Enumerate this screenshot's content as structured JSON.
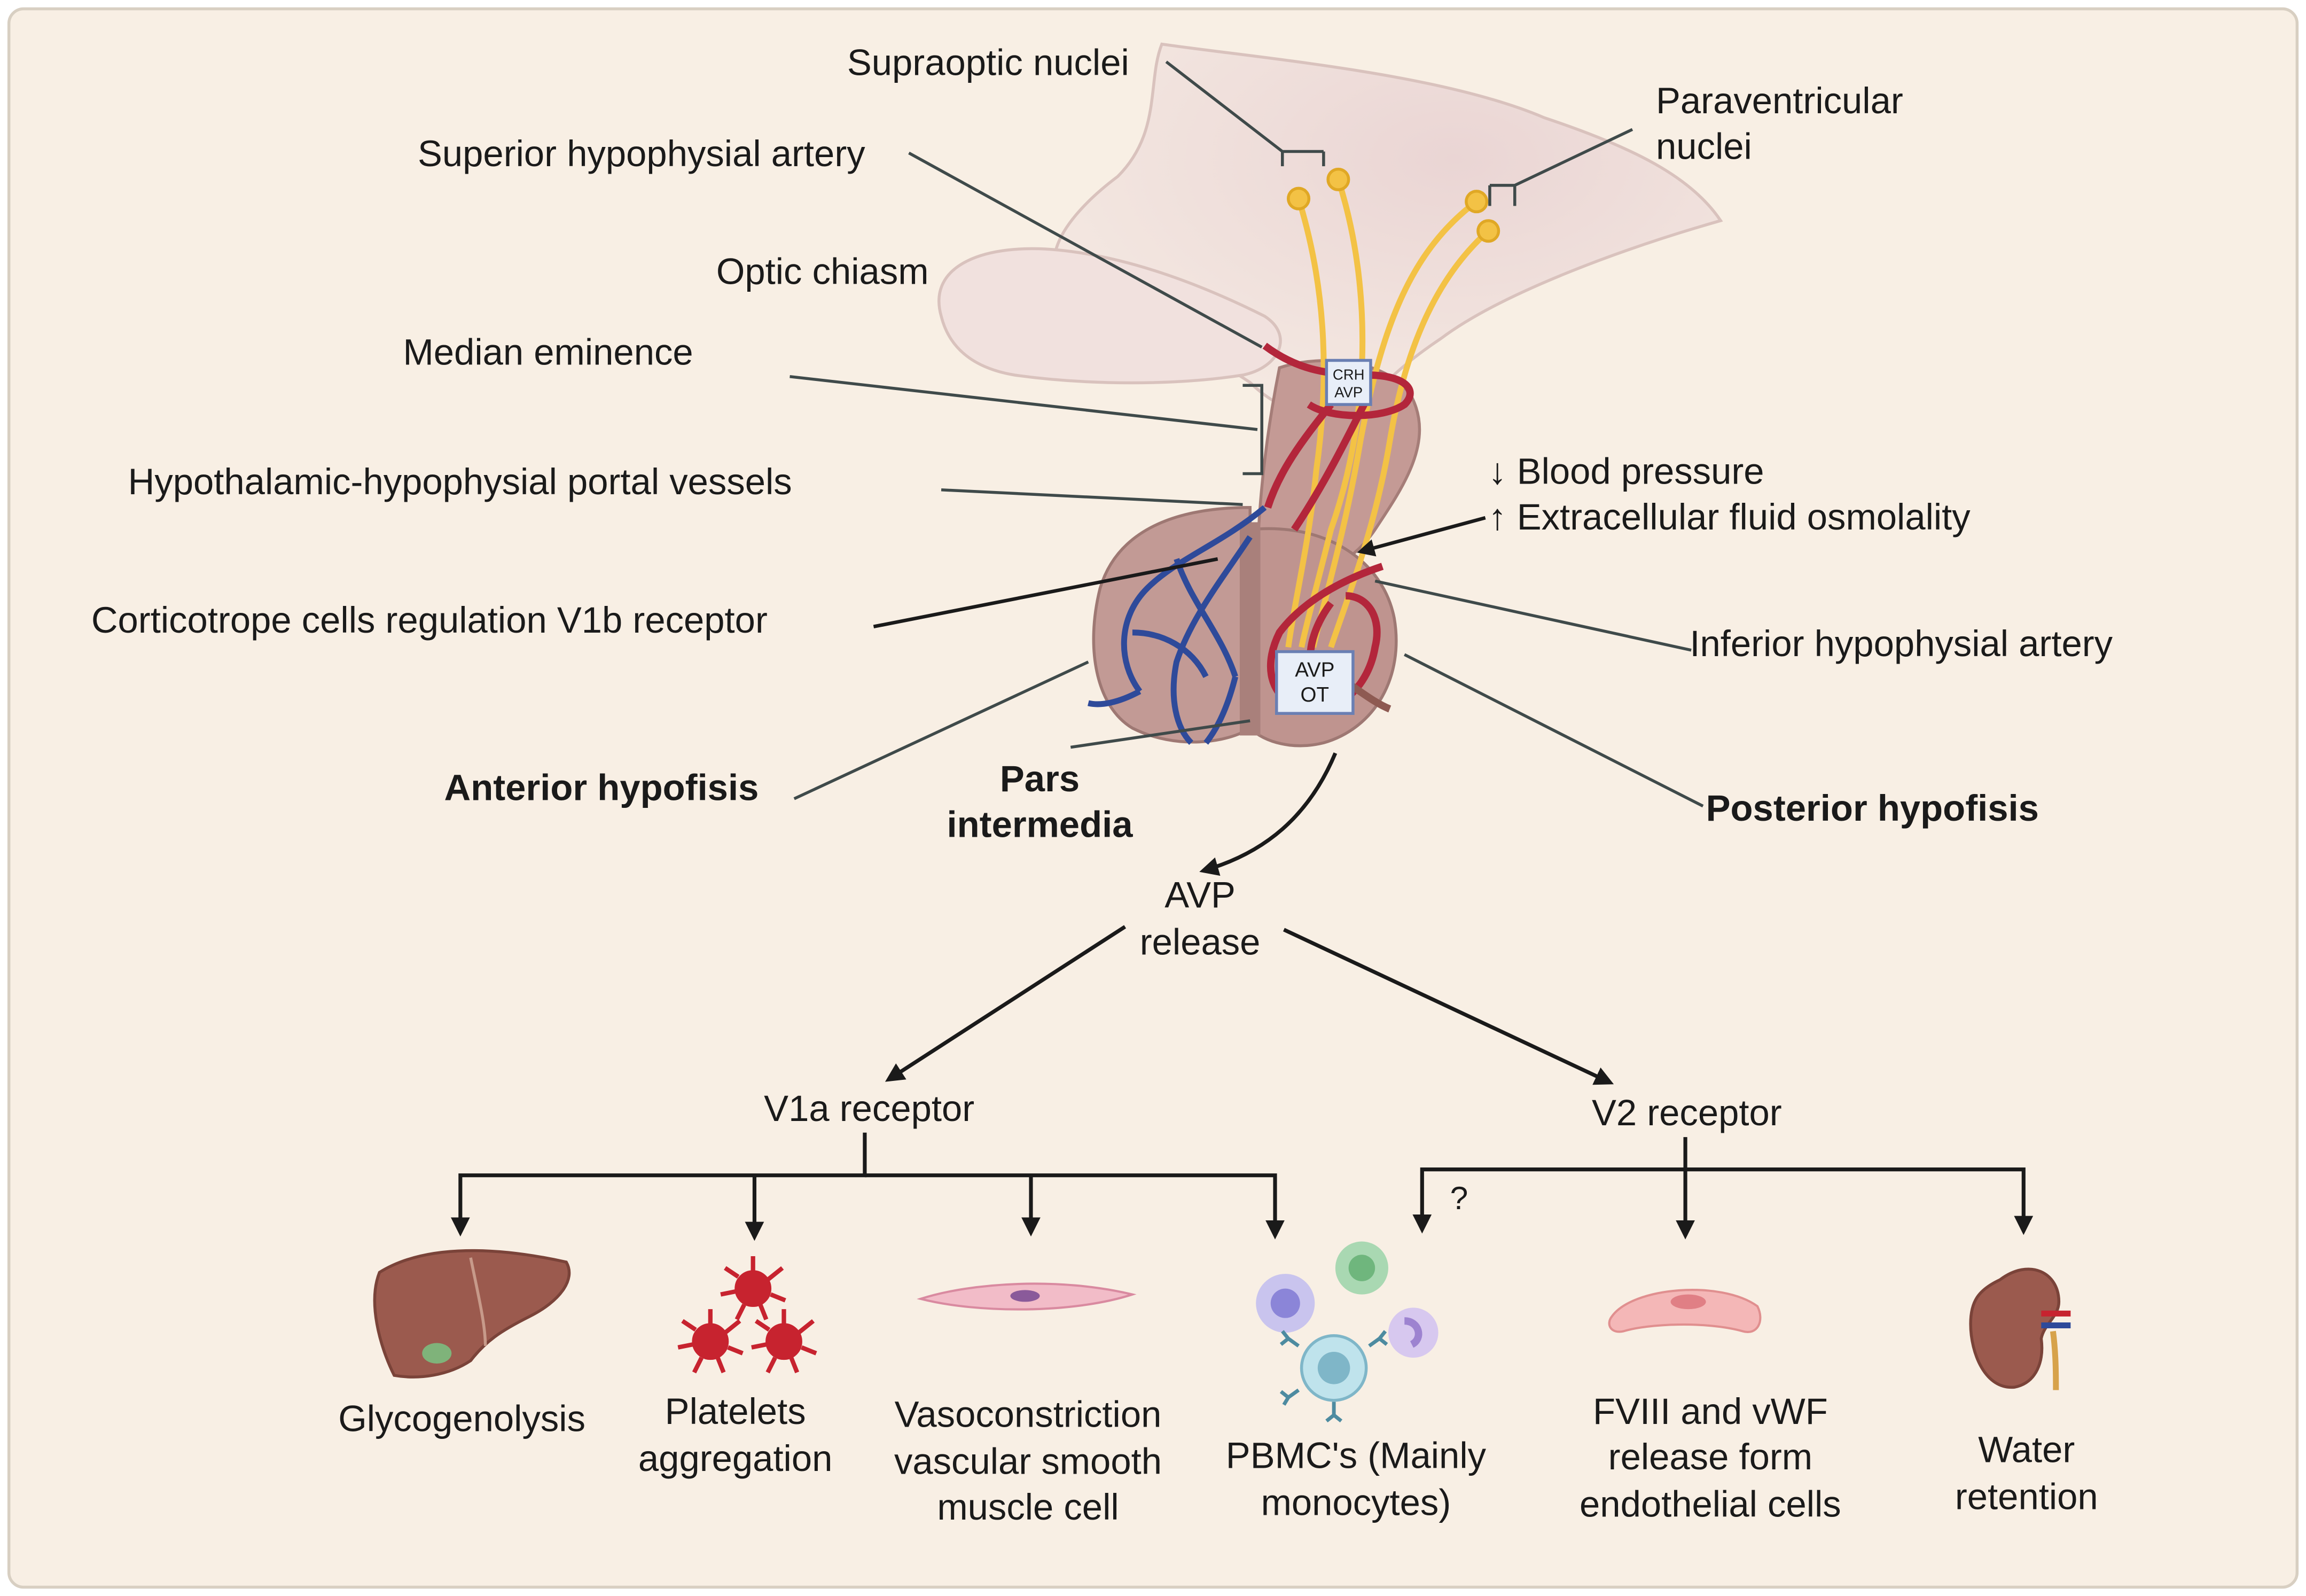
{
  "colors": {
    "background": "#f8efe4",
    "border": "#d8cfc2",
    "artery": "#b3263b",
    "portal_vein": "#2e4a9a",
    "neuron": "#f3c245",
    "gland": "#c7a19a",
    "brain": "#e9d2d0"
  },
  "labels": {
    "supraoptic": "Supraoptic nuclei",
    "paraventricular_1": "Paraventricular",
    "paraventricular_2": "nuclei",
    "superior_artery": "Superior hypophysial artery",
    "optic_chiasm": "Optic chiasm",
    "median_eminence": "Median eminence",
    "portal_vessels": "Hypothalamic-hypophysial portal vessels",
    "corticotrope": "Corticotrope cells regulation V1b receptor",
    "anterior": "Anterior hypofisis",
    "pars_1": "Pars",
    "pars_2": "intermedia",
    "posterior": "Posterior hypofisis",
    "inferior_artery": "Inferior hypophysial artery",
    "stimulus_1": "↓ Blood pressure",
    "stimulus_2": "↑ Extracellular fluid osmolality",
    "box_top_1": "CRH",
    "box_top_2": "AVP",
    "box_bottom_1": "AVP",
    "box_bottom_2": "OT"
  },
  "flow": {
    "release_1": "AVP",
    "release_2": "release",
    "v1a": "V1a receptor",
    "v2": "V2 receptor",
    "question": "?"
  },
  "effects": {
    "glycogenolysis": "Glycogenolysis",
    "platelets_1": "Platelets",
    "platelets_2": "aggregation",
    "vaso_1": "Vasoconstriction",
    "vaso_2": "vascular smooth",
    "vaso_3": "muscle cell",
    "pbmc_1": "PBMC's (Mainly",
    "pbmc_2": "monocytes)",
    "fviii_1": "FVIII and vWF",
    "fviii_2": "release form",
    "fviii_3": "endothelial cells",
    "water_1": "Water",
    "water_2": "retention"
  },
  "icons": [
    "liver-icon",
    "platelets-icon",
    "smooth-muscle-cell-icon",
    "pbmc-cells-icon",
    "endothelial-cell-icon",
    "kidney-icon"
  ]
}
